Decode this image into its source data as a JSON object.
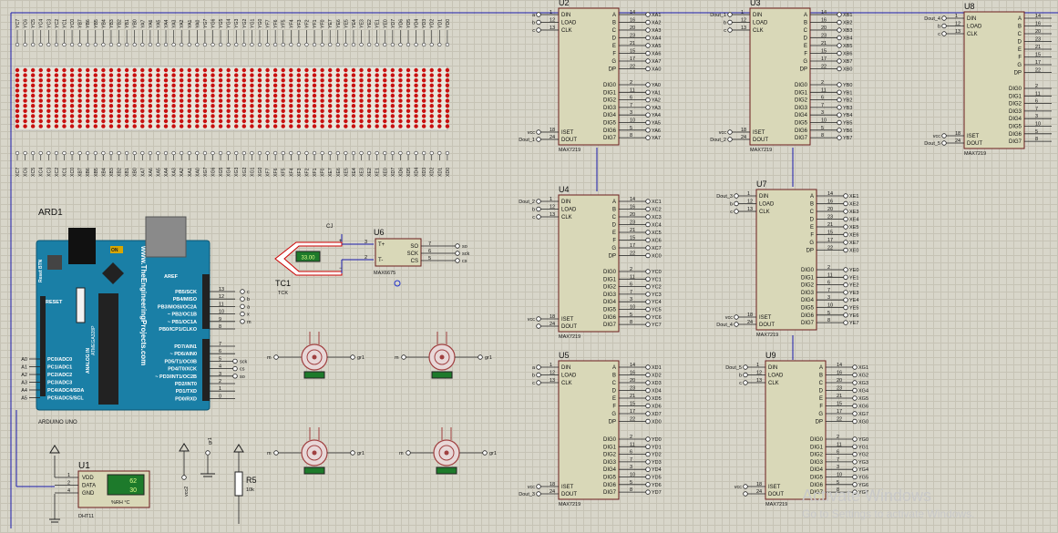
{
  "colors": {
    "wire": "#1a1aaa",
    "chip_fill": "#d9d8b8",
    "chip_stroke": "#6a1c1c",
    "led": "#c81010",
    "pin": "#1a1a1a",
    "arduino": "#1a7fa6",
    "lcd": "#1d7a2b"
  },
  "matrix": {
    "top_labels": [
      "YC7",
      "YC6",
      "YC5",
      "YC4",
      "YC3",
      "YC2",
      "YC1",
      "YC0",
      "YB7",
      "YB6",
      "YB5",
      "YB4",
      "YB3",
      "YB2",
      "YB1",
      "YB0",
      "YA7",
      "YA6",
      "YA5",
      "YA4",
      "YA3",
      "YA2",
      "YA1",
      "YA0",
      "YG7",
      "YG6",
      "YG5",
      "YG4",
      "YG3",
      "YG2",
      "YG1",
      "YG0",
      "YF7",
      "YF6",
      "YF5",
      "YF4",
      "YF3",
      "YF2",
      "YF1",
      "YF0",
      "YE7",
      "YE6",
      "YE5",
      "YE4",
      "YE3",
      "YE2",
      "YE1",
      "YE0",
      "YD7",
      "YD6",
      "YD5",
      "YD4",
      "YD3",
      "YD2",
      "YD1",
      "YD0"
    ],
    "bottom_labels": [
      "XC7",
      "XC6",
      "XC5",
      "XC4",
      "XC3",
      "XC2",
      "XC1",
      "XC0",
      "XB7",
      "XB6",
      "XB5",
      "XB4",
      "XB3",
      "XB2",
      "XB1",
      "XB0",
      "XA7",
      "XA6",
      "XA5",
      "XA4",
      "XA3",
      "XA2",
      "XA1",
      "XA0",
      "XG7",
      "XG6",
      "XG5",
      "XG4",
      "XG3",
      "XG2",
      "XG1",
      "XG0",
      "XF7",
      "XF6",
      "XF5",
      "XF4",
      "XF3",
      "XF2",
      "XF1",
      "XF0",
      "XE7",
      "XE6",
      "XE5",
      "XE4",
      "XE3",
      "XE2",
      "XE1",
      "XE0",
      "XD7",
      "XD6",
      "XD5",
      "XD4",
      "XD3",
      "XD2",
      "XD1",
      "XD0"
    ]
  },
  "max_chip": {
    "type": "MAX7219",
    "left_pins": [
      {
        "name": "DIN",
        "num": "1"
      },
      {
        "name": "LOAD",
        "num": "12"
      },
      {
        "name": "CLK",
        "num": "13"
      }
    ],
    "bottom_left_pins": [
      {
        "name": "ISET",
        "num": "18"
      },
      {
        "name": "DOUT",
        "num": "24"
      }
    ],
    "seg_pins": [
      {
        "name": "A",
        "num": "14"
      },
      {
        "name": "B",
        "num": "16"
      },
      {
        "name": "C",
        "num": "20"
      },
      {
        "name": "D",
        "num": "23"
      },
      {
        "name": "E",
        "num": "21"
      },
      {
        "name": "F",
        "num": "15"
      },
      {
        "name": "G",
        "num": "17"
      },
      {
        "name": "DP",
        "num": "22"
      }
    ],
    "dig_pins": [
      {
        "name": "DIG0",
        "num": "2"
      },
      {
        "name": "DIG1",
        "num": "11"
      },
      {
        "name": "DIG2",
        "num": "6"
      },
      {
        "name": "DIG3",
        "num": "7"
      },
      {
        "name": "DIG4",
        "num": "3"
      },
      {
        "name": "DIG5",
        "num": "10"
      },
      {
        "name": "DIG6",
        "num": "5"
      },
      {
        "name": "DIG7",
        "num": "8"
      }
    ]
  },
  "chips": [
    {
      "id": "U2",
      "in": [
        "a",
        "b",
        "c"
      ],
      "iset": "vcc",
      "dout": "Dout_1",
      "seg": "XA",
      "dig": "YA"
    },
    {
      "id": "U3",
      "in": [
        "Dout_1",
        "b",
        "c"
      ],
      "iset": "vcc",
      "dout": "Dout_2",
      "seg": "XB",
      "dig": "YB"
    },
    {
      "id": "U8",
      "in": [
        "Dout_4",
        "b",
        "c"
      ],
      "iset": "vcc",
      "dout": "Dout_5",
      "seg": "",
      "dig": ""
    },
    {
      "id": "U4",
      "in": [
        "Dout_2",
        "b",
        "c"
      ],
      "iset": "vcc",
      "dout": "",
      "seg": "XC",
      "dig": "YC"
    },
    {
      "id": "U7",
      "in": [
        "Dout_3",
        "b",
        "c"
      ],
      "iset": "vcc",
      "dout": "Dout_4",
      "seg": "XE",
      "dig": "YE"
    },
    {
      "id": "U5",
      "in": [
        "a",
        "b",
        "c"
      ],
      "iset": "vcc",
      "dout": "Dout_3",
      "seg": "XD",
      "dig": "YD"
    },
    {
      "id": "U9",
      "in": [
        "Dout_5",
        "b",
        "c"
      ],
      "iset": "vcc",
      "dout": "",
      "seg": "XG",
      "dig": "YG"
    }
  ],
  "arduino": {
    "ref": "ARD1",
    "name": "ARDUINO UNO",
    "website": "www.TheEngineeringProjects.com",
    "reset_btn": "Reset BTN",
    "reset": "RESET",
    "on": "ON",
    "analog_in": "ANALOG IN",
    "aref": "AREF",
    "right_labels": [
      "PB5/SCK",
      "PB4/MISO",
      "PB3/MOSI/OC2A",
      "~ PB2/OC1B",
      "~ PB1/OC1A",
      "PB0/ICP1/CLKO",
      "PD7/AIN1",
      "~ PD6/AIN0",
      "PD5/T1/OC0B",
      "PD4/T0/XCK",
      "~ PD3/INT1/OC2B",
      "PD2/INT0",
      "PD1/TXD",
      "PD0/RXD"
    ],
    "right_pins": [
      "13",
      "12",
      "11",
      "10",
      "9",
      "8",
      "7",
      "6",
      "5",
      "4",
      "3",
      "2",
      "1",
      "0"
    ],
    "right_nets": [
      "c",
      "b",
      "a",
      "x",
      "m",
      "",
      "",
      "",
      "sck",
      "cs",
      "so",
      "",
      "",
      ""
    ],
    "left_labels": [
      "PC0/ADC0",
      "PC1/ADC1",
      "PC2/ADC2",
      "PC3/ADC3",
      "PC4/ADC4/SDA",
      "PC5/ADC5/SCL"
    ],
    "left_pins": [
      "A0",
      "A1",
      "A2",
      "A3",
      "A4",
      "A5"
    ]
  },
  "u6": {
    "ref": "U6",
    "type": "MAX6675",
    "pins": [
      {
        "name": "T+",
        "num": "3"
      },
      {
        "name": "T-",
        "num": "2"
      }
    ],
    "out": [
      {
        "name": "SO",
        "num": "7",
        "net": "so"
      },
      {
        "name": "SCK",
        "num": "6",
        "net": "sck"
      },
      {
        "name": "CS",
        "num": "5",
        "net": "cs"
      }
    ]
  },
  "tc1": {
    "ref": "TC1",
    "type": "TCK",
    "label": "CJ",
    "reading": "33.00"
  },
  "dht": {
    "ref": "U1",
    "type": "DHT11",
    "pins": [
      {
        "name": "VDD",
        "num": "1"
      },
      {
        "name": "DATA",
        "num": "2"
      },
      {
        "name": "GND",
        "num": "4"
      }
    ],
    "temp": "62",
    "hum": "30",
    "units": "%RH °C"
  },
  "r5": {
    "ref": "R5",
    "value": "10k"
  },
  "power_labels": {
    "gr1": "gr1",
    "vcc2": "vcc2",
    "vcc": "vcc"
  },
  "motors": [
    {
      "in": "m",
      "out": "gr1"
    },
    {
      "in": "m",
      "out": "gr1"
    },
    {
      "in": "m",
      "out": "gr1"
    },
    {
      "in": "m",
      "out": "gr1"
    }
  ],
  "watermark": {
    "title": "Activate Windows",
    "sub": "Go to Settings to activate Windows."
  }
}
